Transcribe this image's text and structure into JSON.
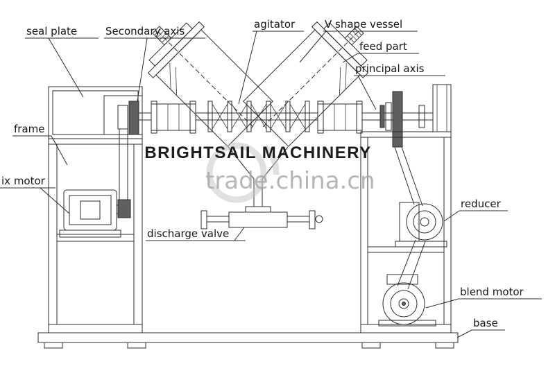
{
  "watermarks": {
    "brand": "BRIGHTSAIL MACHINERY",
    "site": "trade.china.cn"
  },
  "labels": [
    {
      "id": "seal-plate",
      "text": "seal plate"
    },
    {
      "id": "secondary-axis",
      "text": "Secondary axis"
    },
    {
      "id": "agitator",
      "text": "agitator"
    },
    {
      "id": "v-shape-vessel",
      "text": "V shape vessel"
    },
    {
      "id": "feed-part",
      "text": "feed part"
    },
    {
      "id": "principal-axis",
      "text": "principal axis"
    },
    {
      "id": "frame",
      "text": "frame"
    },
    {
      "id": "mix-motor",
      "text": "ix motor"
    },
    {
      "id": "discharge-valve",
      "text": "discharge valve"
    },
    {
      "id": "reducer",
      "text": "reducer"
    },
    {
      "id": "blend-motor",
      "text": "blend motor"
    },
    {
      "id": "base",
      "text": "base"
    }
  ],
  "colors": {
    "line": "#2b2b2b",
    "dark_fill": "#5f5f5f",
    "brand_text": "#1b1b1b",
    "watermark_gray": "#a3a3a3"
  }
}
